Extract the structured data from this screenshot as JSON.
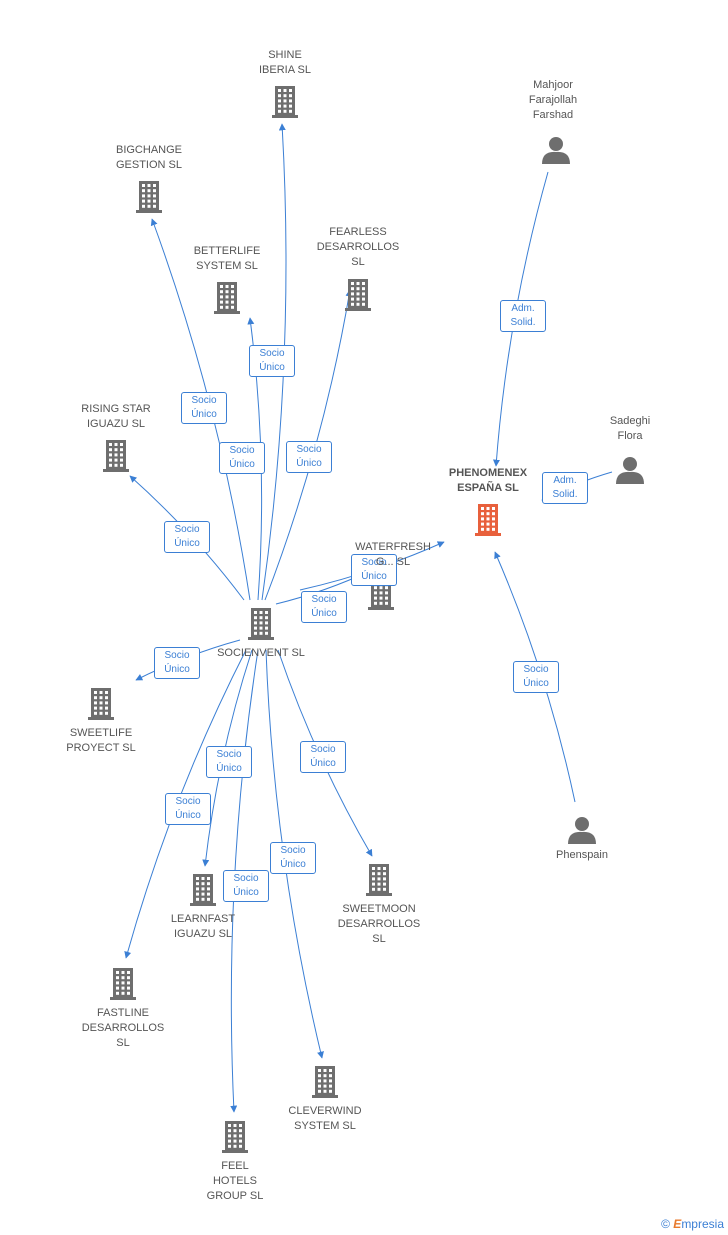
{
  "colors": {
    "edge": "#3b7fd4",
    "node": "#6e6e6e",
    "main_node": "#e8603c"
  },
  "nodes": [
    {
      "id": "shine",
      "label": "SHINE\nIBERIA SL",
      "type": "company"
    },
    {
      "id": "bigchange",
      "label": "BIGCHANGE\nGESTION SL",
      "type": "company"
    },
    {
      "id": "betterlife",
      "label": "BETTERLIFE\nSYSTEM SL",
      "type": "company"
    },
    {
      "id": "fearless",
      "label": "FEARLESS\nDESARROLLOS\nSL",
      "type": "company"
    },
    {
      "id": "risingstar",
      "label": "RISING STAR\nIGUAZU SL",
      "type": "company"
    },
    {
      "id": "waterfresh",
      "label": "WATERFRESH\nG... SL",
      "type": "company"
    },
    {
      "id": "socienvent",
      "label": "SOCIENVENT SL",
      "type": "company"
    },
    {
      "id": "sweetlife",
      "label": "SWEETLIFE\nPROYECT SL",
      "type": "company"
    },
    {
      "id": "learnfast",
      "label": "LEARNFAST\nIGUAZU SL",
      "type": "company"
    },
    {
      "id": "sweetmoon",
      "label": "SWEETMOON\nDESARROLLOS\nSL",
      "type": "company"
    },
    {
      "id": "fastline",
      "label": "FASTLINE\nDESARROLLOS\nSL",
      "type": "company"
    },
    {
      "id": "cleverwind",
      "label": "CLEVERWIND\nSYSTEM SL",
      "type": "company"
    },
    {
      "id": "feelhotels",
      "label": "FEEL\nHOTELS\nGROUP SL",
      "type": "company"
    },
    {
      "id": "phenomenex",
      "label": "PHENOMENEX\nESPAÑA SL",
      "type": "main"
    },
    {
      "id": "mahjoor",
      "label": "Mahjoor\nFarajollah\nFarshad",
      "type": "person"
    },
    {
      "id": "sadeghi",
      "label": "Sadeghi\nFlora",
      "type": "person"
    },
    {
      "id": "phenspain",
      "label": "Phenspain",
      "type": "person"
    }
  ],
  "edges": [
    {
      "from": "socienvent",
      "to": "shine",
      "label": "Socio\nÚnico"
    },
    {
      "from": "socienvent",
      "to": "bigchange",
      "label": "Socio\nÚnico"
    },
    {
      "from": "socienvent",
      "to": "betterlife",
      "label": "Socio\nÚnico"
    },
    {
      "from": "socienvent",
      "to": "fearless",
      "label": "Socio\nÚnico"
    },
    {
      "from": "socienvent",
      "to": "risingstar",
      "label": "Socio\nÚnico"
    },
    {
      "from": "socienvent",
      "to": "waterfresh",
      "label": "Socio\nÚnico"
    },
    {
      "from": "socienvent",
      "to": "phenomenex",
      "label": "Socio\nÚnico"
    },
    {
      "from": "socienvent",
      "to": "sweetlife",
      "label": "Socio\nÚnico"
    },
    {
      "from": "socienvent",
      "to": "learnfast",
      "label": "Socio\nÚnico"
    },
    {
      "from": "socienvent",
      "to": "sweetmoon",
      "label": "Socio\nÚnico"
    },
    {
      "from": "socienvent",
      "to": "fastline",
      "label": "Socio\nÚnico"
    },
    {
      "from": "socienvent",
      "to": "cleverwind",
      "label": "Socio\nÚnico"
    },
    {
      "from": "socienvent",
      "to": "feelhotels",
      "label": "Socio\nÚnico"
    },
    {
      "from": "mahjoor",
      "to": "phenomenex",
      "label": "Adm.\nSolid."
    },
    {
      "from": "sadeghi",
      "to": "phenomenex",
      "label": "Adm.\nSolid."
    },
    {
      "from": "phenspain",
      "to": "phenomenex",
      "label": "Socio\nÚnico"
    }
  ],
  "footer": {
    "copyright": "©",
    "brand_initial": "E",
    "brand_rest": "mpresia"
  }
}
